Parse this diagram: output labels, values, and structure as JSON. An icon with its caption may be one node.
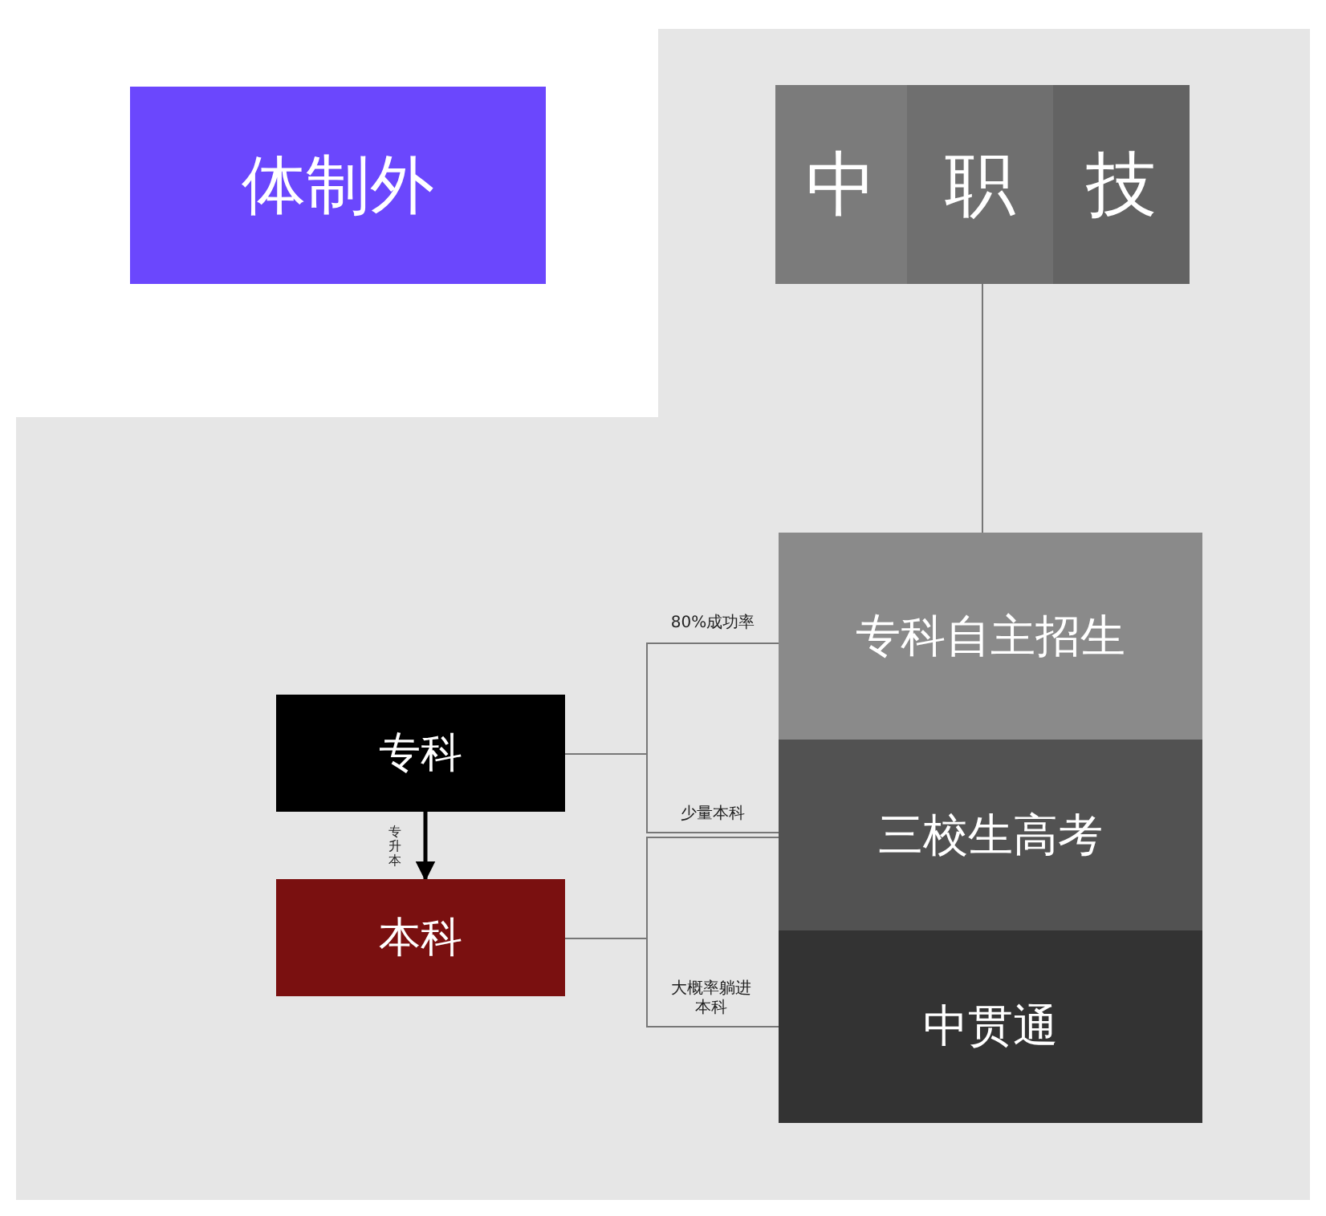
{
  "diagram": {
    "nodes": [
      {
        "text": [
          "体制外"
        ]
      },
      {
        "text": [
          "中",
          "职",
          "技"
        ]
      },
      {
        "text": [
          "专科自主招生"
        ]
      },
      {
        "text": [
          "三校生高考"
        ]
      },
      {
        "text": [
          "中贯通"
        ]
      },
      {
        "text": [
          "专科"
        ]
      },
      {
        "text": [
          "本科"
        ]
      }
    ],
    "edges": [
      {
        "from": 1,
        "to": 2,
        "arrow": "none"
      },
      {
        "from": 5,
        "to": 2,
        "arrow": "none",
        "label": "80%成功率"
      },
      {
        "from": 5,
        "to": 3,
        "arrow": "none",
        "label": "少量本科"
      },
      {
        "from": 6,
        "to": 3,
        "arrow": "none"
      },
      {
        "from": 6,
        "to": 4,
        "arrow": "none",
        "label": "大概率躺进本科"
      },
      {
        "from": 5,
        "to": 6,
        "arrow": "to",
        "label": "专升本",
        "style": "thick",
        "color": "#000000"
      }
    ]
  }
}
